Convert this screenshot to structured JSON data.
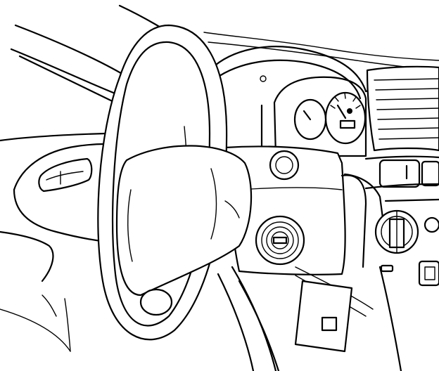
{
  "diagram": {
    "colors": {
      "line": "#000000",
      "background": "#ffffff"
    },
    "components": [
      "windshield-frame",
      "a-pillar",
      "door-panel",
      "door-handle",
      "dashboard",
      "instrument-cluster",
      "gauge",
      "steering-wheel",
      "airbag-cover",
      "steering-column",
      "ignition-switch",
      "air-vent",
      "climate-control-knob",
      "hazard-switch",
      "center-console"
    ]
  }
}
